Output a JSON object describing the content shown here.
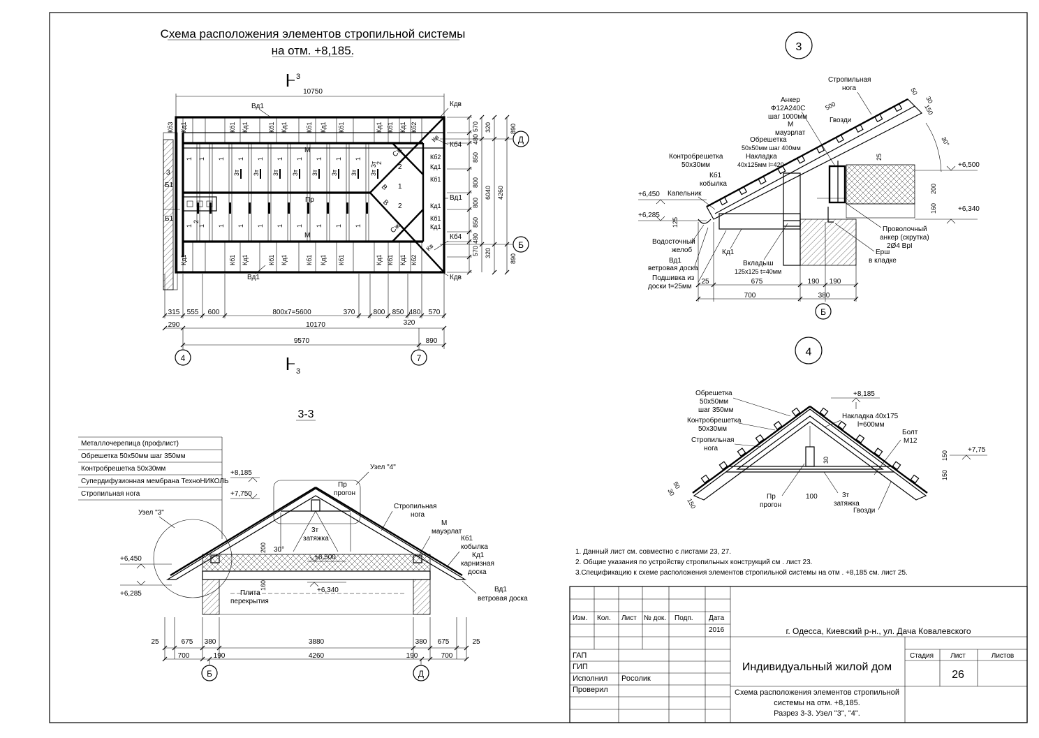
{
  "plan": {
    "title_line1": "Схема расположения элементов стропильной системы",
    "title_line2": "на отм. +8,185.",
    "section_mark": "3",
    "dim_top": "10750",
    "right_dims": [
      "570",
      "480",
      "850",
      "800",
      "800",
      "850",
      "480",
      "570"
    ],
    "right_dims_outer": [
      "320",
      "6040",
      "320"
    ],
    "right_dims_outer2": [
      "890",
      "4260",
      "890"
    ],
    "axis_d": "Д",
    "axis_b": "Б",
    "axis_4": "4",
    "axis_7": "7",
    "bottom_dims_row1": [
      "315",
      "555",
      "600",
      "800x7=5600",
      "370",
      "800",
      "850",
      "480",
      "570"
    ],
    "bottom_dims_row1b": "320",
    "bottom_dims_row2": [
      "290",
      "10170"
    ],
    "bottom_dims_row3": [
      "9570",
      "890"
    ],
    "labels": {
      "vd1_top": "Вд1",
      "vd1_bottom": "Вд1",
      "kdv_top": "Кдв",
      "kdv_bottom": "Кдв",
      "kb4_top": "Кб4",
      "kb4_bottom": "Кб4",
      "kb2_r1": "Кб2",
      "kd1_r1": "Кд1",
      "kb1_r": "Кб1",
      "kd1_r2": "Кд1",
      "kb1_r2": "Кб1",
      "kd1_r3": "Кд1",
      "vd1_r": "Вд1",
      "kb3": "Кб3",
      "b1_a": "Б1",
      "b1_b": "Б1",
      "three": "3",
      "m_top": "М",
      "m_bottom": "М",
      "pr": "Пр",
      "sj_top": "Сж",
      "sj_bottom": "Сж",
      "kv_top": "Кв",
      "kv_bottom": "Кв",
      "v_top": "В",
      "v_bottom": "В",
      "one": "1",
      "two": "2",
      "zt": "3т"
    },
    "top_row_codes": [
      "Кд1",
      "Кб1",
      "Кд1",
      "Кб1",
      "Кд1",
      "Кб1",
      "Кд1",
      "Кб1",
      "Кд1",
      "Кб1",
      "Кд1",
      "Кб2"
    ],
    "bottom_row_codes": [
      "Кд1",
      "Кб1",
      "Кд1",
      "Кб1",
      "Кд1",
      "Кб1",
      "Кд1",
      "Кб1",
      "Кд1",
      "Кб1",
      "Кд1",
      "Кб2"
    ]
  },
  "section": {
    "title": "3-3",
    "layers": [
      "Металлочерепица (профлист)",
      "Обрешетка 50х50мм шаг 350мм",
      "Контробрешетка 50х30мм",
      "Супердифузионная мембрана ТехноНИКОЛЬ",
      "Стропильная нога"
    ],
    "elev_8185": "+8,185",
    "elev_7750": "+7,750",
    "elev_6450": "+6,450",
    "elev_6285": "+6,285",
    "elev_6500": "+6,500",
    "elev_6340": "+6,340",
    "node3": "Узел \"3\"",
    "node4": "Узел \"4\"",
    "pr": "Пр",
    "progon": "прогон",
    "zt": "3т",
    "zatyazhka": "затяжка",
    "stropilnaya": "Стропильная",
    "noga": "нога",
    "m": "М",
    "mauerlat": "мауэрлат",
    "kb1": "Кб1",
    "kobylka": "кобылка",
    "kd1": "Кд1",
    "karniznaya": "карнизная",
    "doska": "доска",
    "vd1": "Вд1",
    "vetrovaya": "ветровая доска",
    "plita": "Плита",
    "perekrytiya": "перекрытия",
    "angle": "30°",
    "d200": "200",
    "d160": "160",
    "dims_row1": [
      "25",
      "675",
      "380",
      "3880",
      "380",
      "675",
      "25"
    ],
    "dims_row2": [
      "700",
      "190",
      "4260",
      "190",
      "700"
    ],
    "axis_b": "Б",
    "axis_d": "Д"
  },
  "node3": {
    "num": "3",
    "stropilnaya": "Стропильная",
    "noga": "нога",
    "anker": "Анкер",
    "anker_spec": "Ф12А240С",
    "anker_step": "шаг 1000мм",
    "m": "М",
    "mauerlat": "мауэрлат",
    "obreshetka": "Обрешетка",
    "obreshetka_spec": "50х50мм шаг 400мм",
    "nakladka": "Накладка",
    "nakladka_spec": "40х125мм l=420",
    "kontrobreshetka": "Контробрешетка",
    "kontro_spec": "50х30мм",
    "kb1": "Кб1",
    "kobylka": "кобылка",
    "kapelnik": "Капельник",
    "elev_6450": "+6,450",
    "elev_6285": "+6,285",
    "elev_6500": "+6,500",
    "elev_6340": "+6,340",
    "gvozdi": "Гвозди",
    "d500": "500",
    "d50": "50",
    "d30": "30",
    "d150": "150",
    "angle": "30°",
    "d25": "25",
    "d125": "125",
    "d200": "200",
    "d160": "160",
    "vodostok": "Водосточный",
    "zhelob": "желоб",
    "vd1": "Вд1",
    "vetrovaya": "ветровая доска",
    "podshivka": "Подшивка из",
    "podshivka2": "доски t=25мм",
    "kd1": "Кд1",
    "vkladysh": "Вкладыш",
    "vkladysh_spec": "125х125 t=40мм",
    "provoloch": "Проволочный",
    "provoloch2": "анкер (скрутка)",
    "provoloch3": "2Ø4 BpI",
    "ersh": "Ерш",
    "v_kladke": "в кладке",
    "dims_row1": [
      "25",
      "675",
      "190",
      "190"
    ],
    "dims_row2": [
      "700",
      "380"
    ],
    "axis_b": "Б"
  },
  "node4": {
    "num": "4",
    "obreshetka": "Обрешетка",
    "obreshetka_spec1": "50х50мм",
    "obreshetka_spec2": "шаг 350мм",
    "kontro": "Контробрешетка",
    "kontro_spec": "50х30мм",
    "stropilnaya": "Стропильная",
    "noga": "нога",
    "elev_8185": "+8,185",
    "elev_775": "+7,75",
    "nakladka": "Накладка 40х175",
    "nakladka_l": "l=600мм",
    "bolt": "Болт",
    "bolt_spec": "М12",
    "pr": "Пр",
    "progon": "прогон",
    "d100": "100",
    "zt": "3т",
    "zatyazhka": "затяжка",
    "gvozdi": "Гвозди",
    "d30": "30",
    "d150": "150",
    "d50": "50",
    "d30b": "30",
    "d150b": "150"
  },
  "notes": [
    "1. Данный лист см. совместно с листами 23, 27.",
    "2. Общие указания по устройству  стропильных конструкций см . лист 23.",
    "3.Спецификацию к схеме расположения элементов стропильной системы на отм . +8,185 см. лист 25."
  ],
  "stamp": {
    "headers": [
      "Изм.",
      "Кол.",
      "Лист",
      "№ док.",
      "Подп.",
      "Дата"
    ],
    "year": "2016",
    "address": "г. Одесса, Киевский р-н., ул. Дача Ковалевского",
    "roles": [
      "ГАП",
      "ГИП",
      "Исполнил",
      "Проверил"
    ],
    "executor": "Росолик",
    "project": "Индивидуальный жилой дом",
    "stage_h": "Стадия",
    "sheet_h": "Лист",
    "sheets_h": "Листов",
    "sheet_no": "26",
    "desc1": "Схема расположения элементов стропильной",
    "desc2": "системы на отм. +8,185.",
    "desc3": "Разрез 3-3.  Узел \"3\", \"4\"."
  }
}
